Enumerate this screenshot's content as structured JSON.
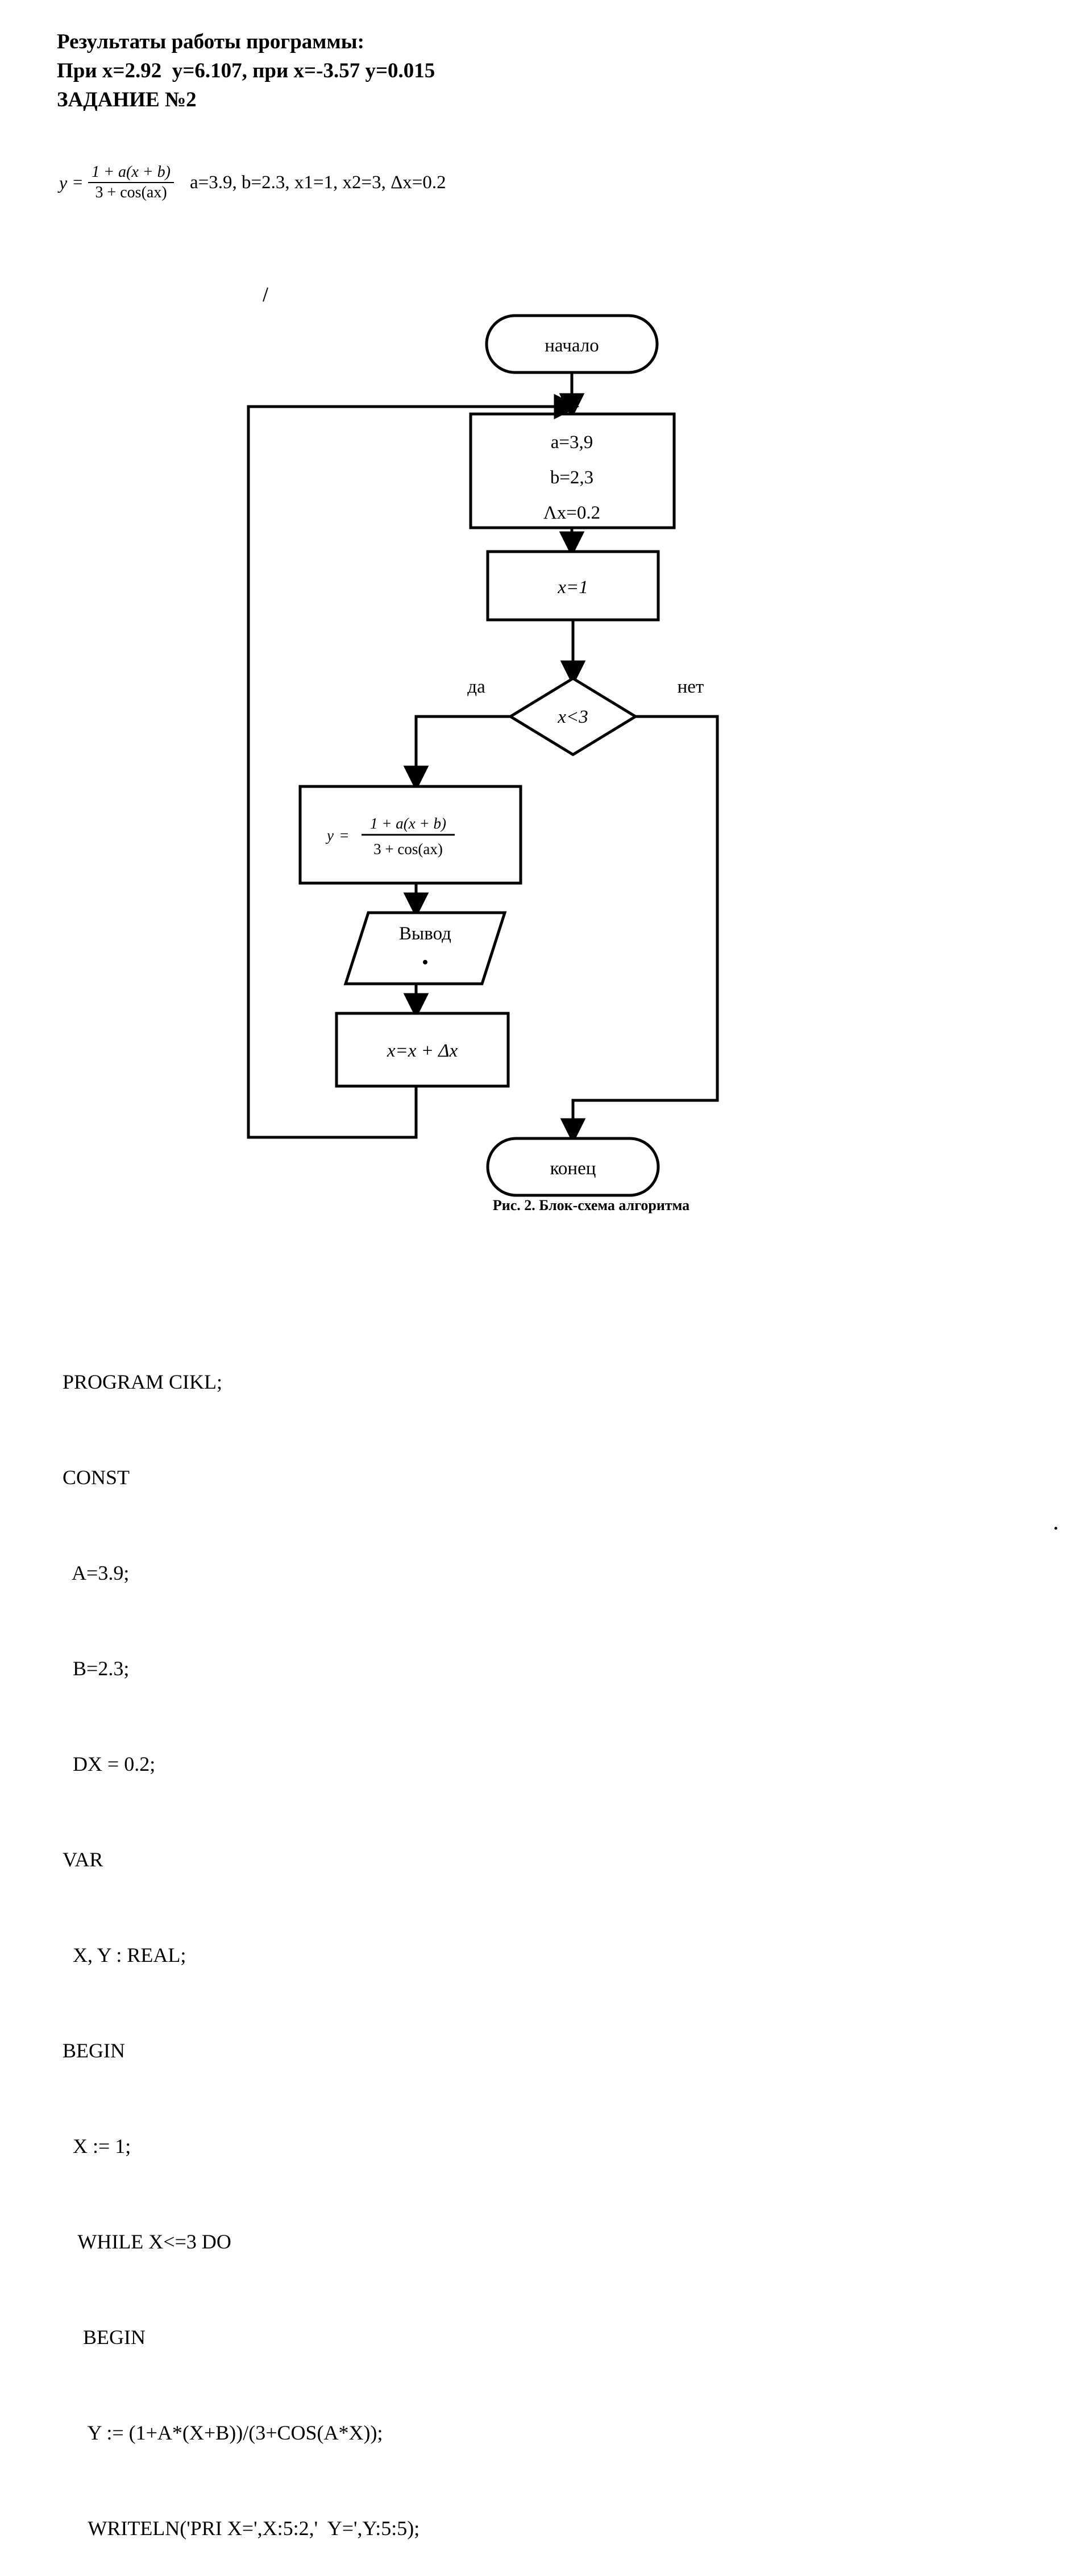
{
  "header": {
    "lines": [
      "Результаты работы программы:",
      "При x=2.92  y=6.107, при x=-3.57 y=0.015",
      "ЗАДАНИЕ №2"
    ]
  },
  "task": {
    "formula": {
      "lhs": "y",
      "eq": "=",
      "numerator": "1 + a(x + b)",
      "denominator": "3 + cos(ax)"
    },
    "params": "a=3.9, b=2.3, x1=1, x2=3, Δx=0.2"
  },
  "flowchart": {
    "caption": "Рис. 2. Блок-схема алгоритма",
    "nodes": {
      "start": "начало",
      "init_a": "a=3,9",
      "init_b": "b=2,3",
      "init_dx": "Λx=0.2",
      "assign_x": "x=1",
      "condition": "x<3",
      "calc_lhs": "y",
      "calc_eq": "=",
      "calc_num": "1 + a(x + b)",
      "calc_den": "3 + cos(ax)",
      "output": "Вывод",
      "increment": "x=x + Δx",
      "end": "конец"
    },
    "branch_yes": "да",
    "branch_no": "нет"
  },
  "code": {
    "lines": [
      "PROGRAM CIKL;",
      "CONST",
      "  A=3.9;",
      "  B=2.3;",
      "  DX = 0.2;",
      "VAR",
      "  X, Y : REAL;",
      "BEGIN",
      "  X := 1;",
      "   WHILE X<=3 DO",
      "    BEGIN",
      "     Y := (1+A*(X+B))/(3+COS(A*X));",
      "     WRITELN('PRI X=',X:5:2,'  Y=',Y:5:5);"
    ]
  },
  "colors": {
    "ink": "#000000",
    "page": "#ffffff"
  }
}
